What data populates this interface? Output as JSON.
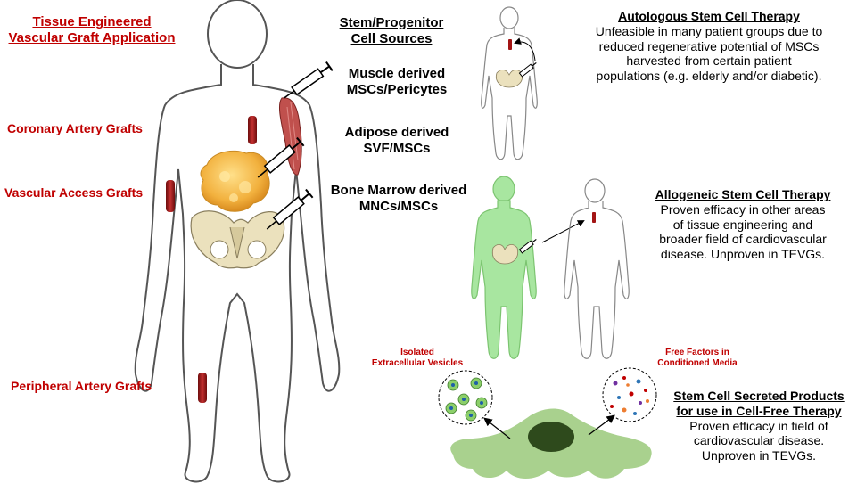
{
  "title": {
    "line1": "Tissue Engineered",
    "line2": "Vascular Graft Application"
  },
  "graft_labels": {
    "coronary": "Coronary Artery Grafts",
    "vascular_access": "Vascular Access Grafts",
    "peripheral": "Peripheral Artery Grafts"
  },
  "sources": {
    "heading_line1": "Stem/Progenitor",
    "heading_line2": "Cell Sources",
    "muscle_line1": "Muscle derived",
    "muscle_line2": "MSCs/Pericytes",
    "adipose_line1": "Adipose derived",
    "adipose_line2": "SVF/MSCs",
    "bone_line1": "Bone Marrow derived",
    "bone_line2": "MNCs/MSCs"
  },
  "autologous": {
    "heading": "Autologous Stem Cell Therapy",
    "lines": [
      "Unfeasible in many patient groups due to",
      "reduced regenerative potential of MSCs",
      "harvested from certain patient",
      "populations (e.g. elderly and/or diabetic)."
    ]
  },
  "allogeneic": {
    "heading": "Allogeneic Stem Cell Therapy",
    "lines": [
      "Proven efficacy in other areas",
      "of tissue engineering and",
      "broader field of cardiovascular",
      "disease. Unproven in TEVGs."
    ]
  },
  "vesicles": {
    "line1": "Isolated",
    "line2": "Extracellular Vesicles"
  },
  "factors": {
    "line1": "Free Factors in",
    "line2": "Conditioned Media"
  },
  "secreted": {
    "heading_line1": "Stem Cell Secreted Products",
    "heading_line2": "for use in Cell-Free Therapy",
    "lines": [
      "Proven efficacy in field of",
      "cardiovascular disease.",
      "Unproven in TEVGs."
    ]
  },
  "colors": {
    "red_text": "#c00000",
    "graft": "#a31515",
    "donor_green": "#a8e6a0",
    "cell_green": "#a9d18e",
    "nucleus": "#2e4a1c",
    "adipose": "#f5b84a",
    "bone": "#ece3c0",
    "muscle": "#c0504d"
  }
}
